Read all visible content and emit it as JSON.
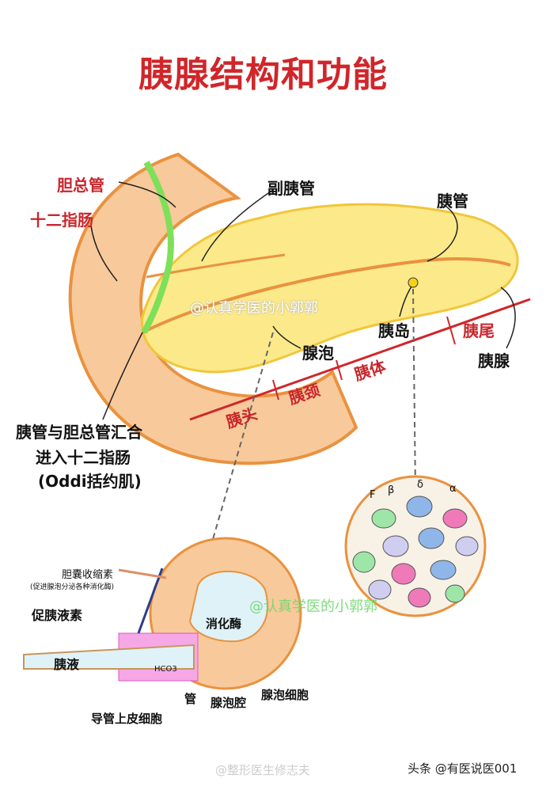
{
  "title": "胰腺结构和功能",
  "labels": {
    "common_bile_duct": "胆总管",
    "duodenum": "十二指肠",
    "accessory_duct": "副胰管",
    "pancreatic_duct": "胰管",
    "islet": "胰岛",
    "tail": "胰尾",
    "acinus": "腺泡",
    "pancreas": "胰腺",
    "head": "胰头",
    "neck": "胰颈",
    "body": "胰体",
    "junction_line1": "胰管与胆总管汇合",
    "junction_line2": "进入十二指肠",
    "junction_line3": "(Oddi括约肌)"
  },
  "islet_cells": [
    "F",
    "β",
    "δ",
    "α"
  ],
  "acinus_detail": {
    "cck": "胆囊收缩素",
    "cck_note": "(促进腺泡分泌各种消化酶)",
    "secretin": "促胰液素",
    "enzymes": "消化酶",
    "juice": "胰液",
    "bicarb": "HCO3",
    "duct": "管",
    "lumen": "腺泡腔",
    "acinar_cell": "腺泡细胞",
    "duct_epithelium": "导管上皮细胞"
  },
  "watermarks": [
    "@认真学医的小郭郭",
    "@认真学医的小郭郭",
    "@整形医生修志夫"
  ],
  "footer": "头条 @有医说医001",
  "colors": {
    "title": "#d0262a",
    "pancreas": "#fbe98a",
    "duodenum": "#f8c99a",
    "bile": "#7ee05a",
    "islet_pink": "#f07ab8",
    "islet_blue": "#8fb6e8"
  }
}
